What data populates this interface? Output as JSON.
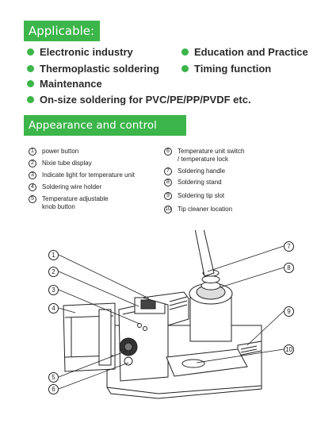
{
  "sections": {
    "applicable_title": "Applicable:",
    "panel_title": "Appearance and control panel"
  },
  "applicable": {
    "left": [
      "Electronic industry",
      "Thermoplastic soldering",
      "Maintenance"
    ],
    "right": [
      "Education and Practice",
      "Timing function"
    ],
    "wide": "On-size soldering for PVC/PE/PP/PVDF etc."
  },
  "legend": {
    "left": [
      {
        "num": "1",
        "label": "power button"
      },
      {
        "num": "2",
        "label": "Nixie tube display"
      },
      {
        "num": "3",
        "label": "Indicate light for temperature unit"
      },
      {
        "num": "4",
        "label": "Soldering wire holder"
      },
      {
        "num": "5",
        "label": "Temperature adjustable",
        "label2": "knob button"
      }
    ],
    "right": [
      {
        "num": "6",
        "label": "Temperature unit switch",
        "label2": "/ temperature lock"
      },
      {
        "num": "7",
        "label": "Soldering handle"
      },
      {
        "num": "8",
        "label": "Soldering stand"
      },
      {
        "num": "9",
        "label": "Soldering tip slot"
      },
      {
        "num": "10",
        "label": "Tip cleaner location"
      }
    ]
  },
  "callouts": [
    "1",
    "2",
    "3",
    "4",
    "5",
    "6",
    "7",
    "8",
    "9",
    "10"
  ],
  "colors": {
    "accent": "#3cb54a",
    "text": "#2b2b2b"
  }
}
